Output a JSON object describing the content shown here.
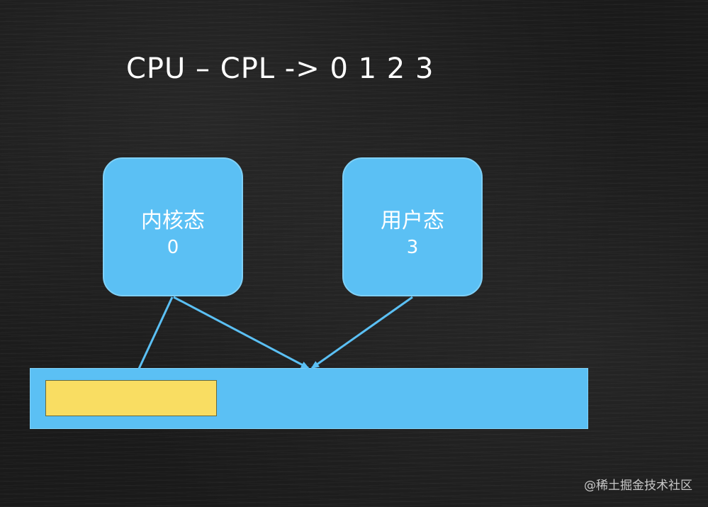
{
  "title": "CPU – CPL -> 0 1 2 3",
  "kernel_box": {
    "label": "内核态",
    "level": "0"
  },
  "user_box": {
    "label": "用户态",
    "level": "3"
  },
  "watermark": "@稀土掘金技术社区",
  "colors": {
    "box_fill": "#5bc0f4",
    "segment_fill": "#f9dd62",
    "text": "#ffffff",
    "background": "#1a1a1a"
  }
}
